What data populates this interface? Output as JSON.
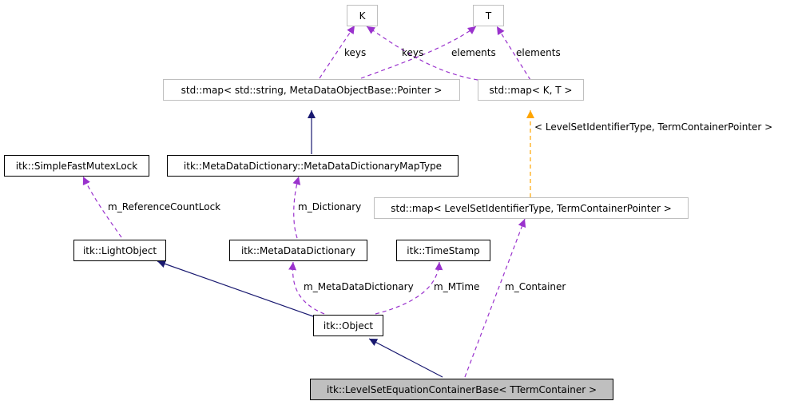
{
  "nodes": {
    "k": "K",
    "t": "T",
    "map_string": "std::map< std::string, MetaDataObjectBase::Pointer >",
    "map_kt": "std::map< K, T >",
    "mutex": "itk::SimpleFastMutexLock",
    "map_type": "itk::MetaDataDictionary::MetaDataDictionaryMapType",
    "map_levelset": "std::map< LevelSetIdentifierType, TermContainerPointer >",
    "light_object": "itk::LightObject",
    "dictionary": "itk::MetaDataDictionary",
    "timestamp": "itk::TimeStamp",
    "object": "itk::Object",
    "container_base": "itk::LevelSetEquationContainerBase< TTermContainer >"
  },
  "edge_labels": {
    "keys_left": "keys",
    "keys_right": "keys",
    "elements_left": "elements",
    "elements_right": "elements",
    "template_args": "< LevelSetIdentifierType, TermContainerPointer >",
    "reference_count_lock": "m_ReferenceCountLock",
    "dictionary": "m_Dictionary",
    "meta_data_dictionary": "m_MetaDataDictionary",
    "mtime": "m_MTime",
    "container": "m_Container"
  },
  "colors": {
    "inheritance": "#191970",
    "usage": "#9a32cd",
    "template": "#ffa500",
    "highlight_fill": "#bfbfbf",
    "light_border": "#bfbfbf"
  }
}
